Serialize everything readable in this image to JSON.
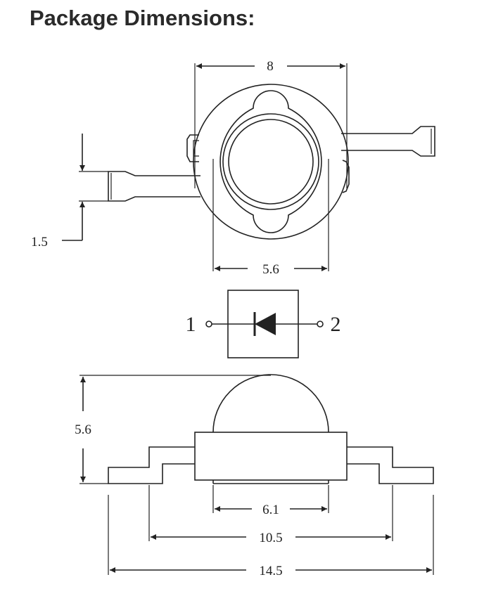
{
  "title": "Package Dimensions:",
  "dimensions": {
    "top_width": "8",
    "lead_thickness": "1.5",
    "lens_diameter": "5.6",
    "side_height": "5.6",
    "body_bottom": "6.1",
    "lead_span": "10.5",
    "total_length": "14.5"
  },
  "schematic": {
    "pin1": "1",
    "pin2": "2",
    "symbol": "diode-icon"
  }
}
